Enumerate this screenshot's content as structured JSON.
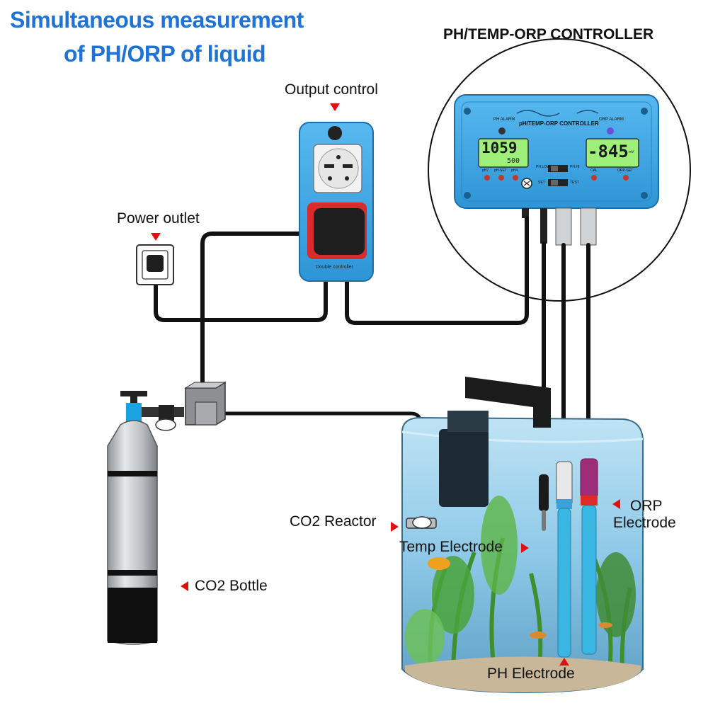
{
  "title": {
    "line1": "Simultaneous measurement",
    "line2": "of PH/ORP of liquid"
  },
  "controller_heading": "PH/TEMP-ORP CONTROLLER",
  "labels": {
    "output_control": "Output control",
    "power_outlet": "Power outlet",
    "co2_reactor": "CO2 Reactor",
    "temp_electrode": "Temp Electrode",
    "co2_bottle": "CO2 Bottle",
    "orp_electrode_1": "ORP",
    "orp_electrode_2": "Electrode",
    "ph_electrode": "PH Electrode"
  },
  "controller": {
    "panel_title": "pH/TEMP-ORP CONTROLLER",
    "ph_alarm": "PH ALARM",
    "orp_alarm": "ORP ALARM",
    "ph_reading": "1059",
    "temp_reading": "500",
    "orp_reading": "-845",
    "orp_unit": "mV",
    "ph_low": "PH LOW",
    "ph_hi": "PH HI",
    "set": "SET",
    "test": "TEST",
    "ph7": "pH7",
    "ph_set": "pH-SET",
    "ph4": "pH4",
    "cal": "CAL",
    "orp_set": "ORP-SET"
  },
  "output_device_label": "Double controller",
  "colors": {
    "title_blue": "#1f73d6",
    "device_blue": "#3aa6e8",
    "lcd_green": "#9ef07a",
    "arrow_red": "#e01010",
    "cable_black": "#111111",
    "water_blue": "#8ec9e8"
  }
}
